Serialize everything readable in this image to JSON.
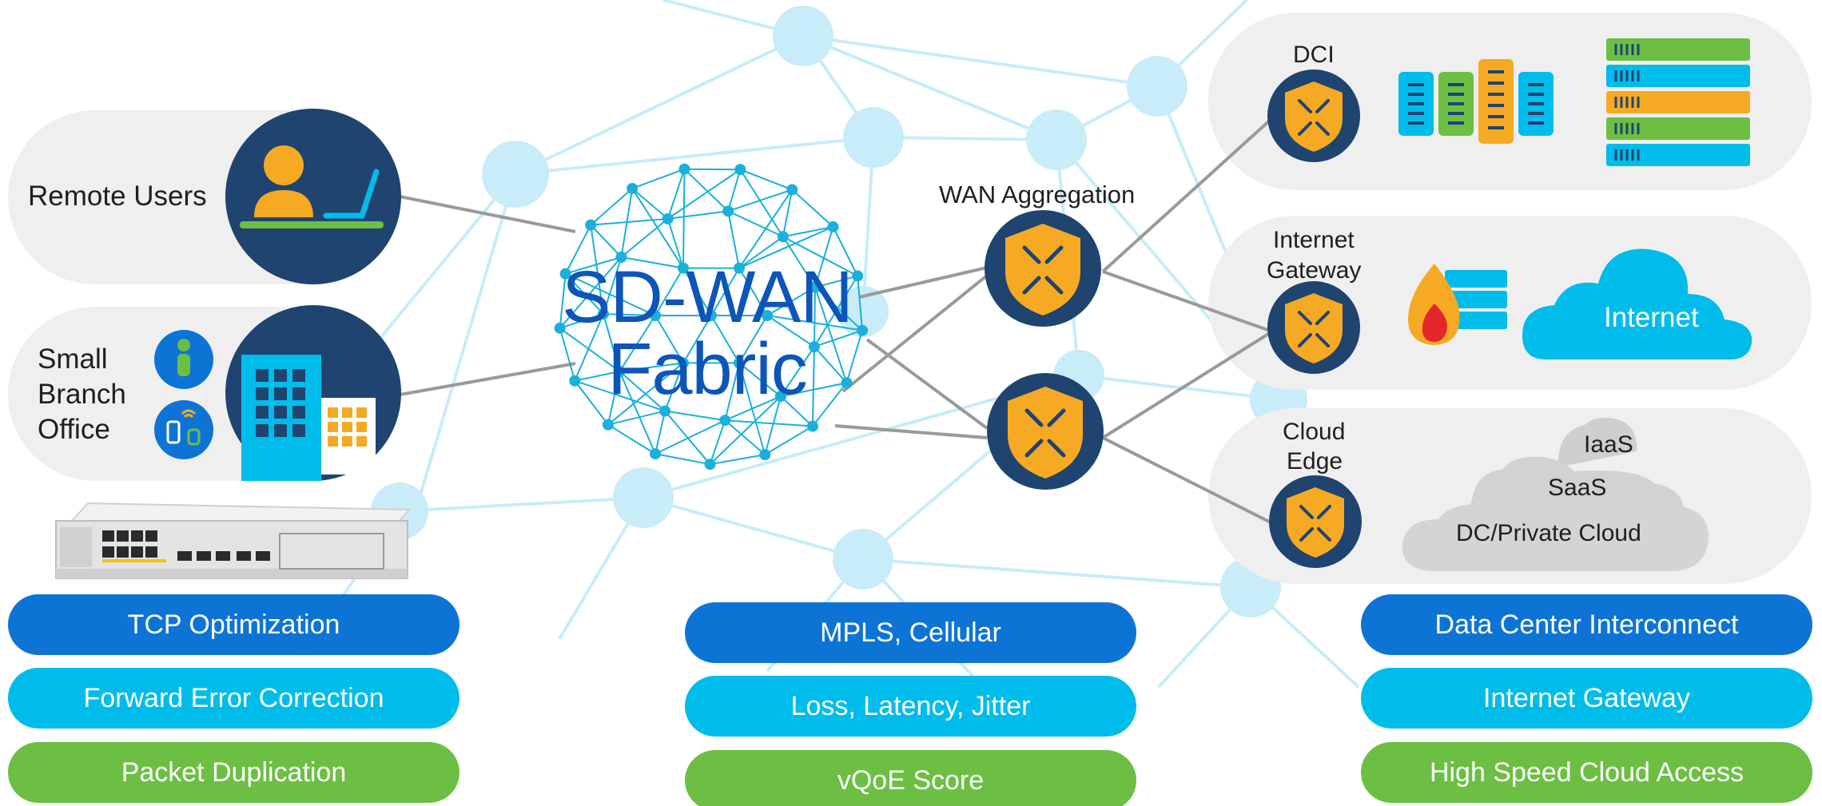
{
  "colors": {
    "navy": "#1f4470",
    "orange": "#f6a923",
    "cyan": "#00bceb",
    "blue": "#0d74d6",
    "green": "#6cbf43",
    "fabric": "#0d55b8",
    "panel": "#efefef"
  },
  "left": {
    "remote_users": "Remote Users",
    "small_branch": [
      "Small",
      "Branch",
      "Office"
    ]
  },
  "center": {
    "fabric_line1": "SD-WAN",
    "fabric_line2": "Fabric",
    "wan_aggregation": "WAN Aggregation"
  },
  "right": {
    "dci": "DCI",
    "internet_gateway": [
      "Internet",
      "Gateway"
    ],
    "internet_cloud": "Internet",
    "cloud_edge": [
      "Cloud",
      "Edge"
    ],
    "clouds": {
      "iaas": "IaaS",
      "saas": "SaaS",
      "dc": "DC/Private Cloud"
    }
  },
  "features": {
    "left": [
      "TCP Optimization",
      "Forward Error Correction",
      "Packet Duplication"
    ],
    "center": [
      "MPLS, Cellular",
      "Loss, Latency, Jitter",
      "vQoE Score"
    ],
    "right": [
      "Data Center Interconnect",
      "Internet Gateway",
      "High Speed Cloud Access"
    ]
  },
  "icons": [
    "person-laptop-icon",
    "building-icon",
    "router-hardware",
    "router-shield-icon",
    "firewall-icon",
    "server-rack-icon",
    "cloud-icon"
  ]
}
